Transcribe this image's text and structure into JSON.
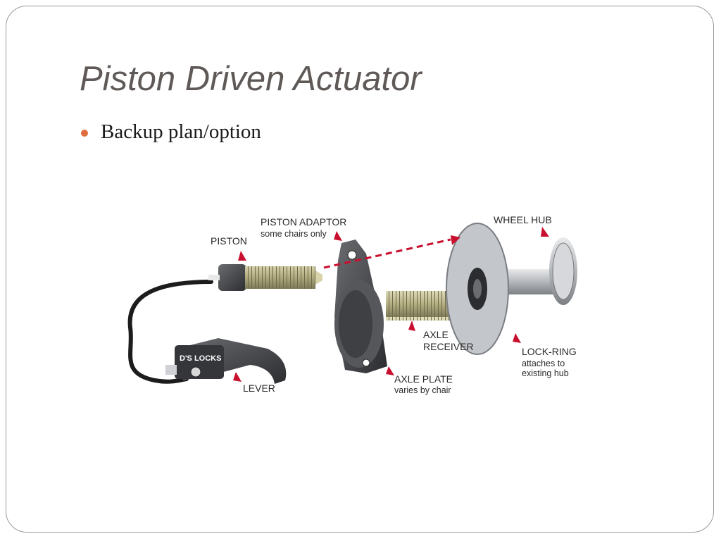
{
  "slide": {
    "title": "Piston Driven Actuator",
    "bullets": [
      "Backup plan/option"
    ]
  },
  "diagram": {
    "labels": {
      "piston": "PISTON",
      "piston_adaptor": "PISTON ADAPTOR",
      "piston_adaptor_note": "some chairs only",
      "wheel_hub": "WHEEL HUB",
      "axle_receiver_line1": "AXLE",
      "axle_receiver_line2": "RECEIVER",
      "lock_ring": "LOCK-RING",
      "lock_ring_note1": "attaches to",
      "lock_ring_note2": "existing hub",
      "axle_plate": "AXLE PLATE",
      "axle_plate_note": "varies by chair",
      "lever": "LEVER",
      "brand": "D'S LOCKS"
    },
    "colors": {
      "arrow": "#c8102e",
      "metal": "#b9bcbf",
      "dark_metal": "#4a4c50",
      "thread": "#c9c59a",
      "cable": "#1c1c1c"
    }
  }
}
